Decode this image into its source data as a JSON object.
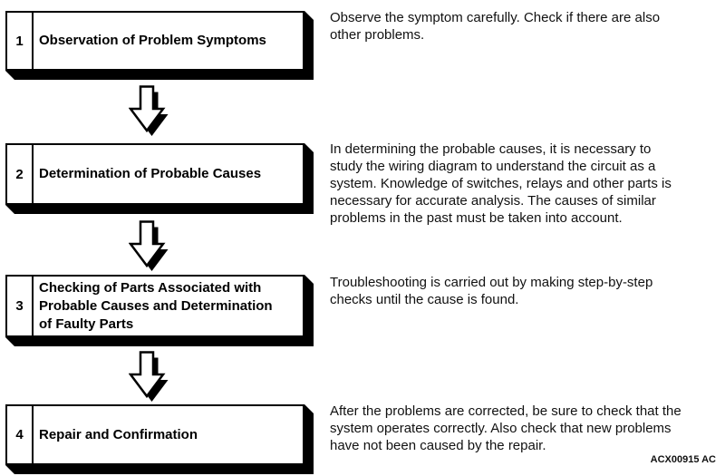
{
  "figure": {
    "code": "ACX00915 AC"
  },
  "steps": [
    {
      "number": "1",
      "label": "Observation of Problem Symptoms",
      "description": "Observe the symptom carefully. Check if there are also\nother problems."
    },
    {
      "number": "2",
      "label": "Determination of Probable Causes",
      "description": "In determining the probable causes, it is necessary to\nstudy the wiring diagram to understand the circuit as a\nsystem. Knowledge of switches, relays and other parts is\nnecessary for accurate analysis. The causes of similar\nproblems in the past must be taken into account."
    },
    {
      "number": "3",
      "label": "Checking of Parts Associated with\nProbable Causes and Determination\nof Faulty Parts",
      "description": "Troubleshooting is carried out by making step-by-step\nchecks until the cause is found."
    },
    {
      "number": "4",
      "label": "Repair and Confirmation",
      "description": "After the problems are corrected, be sure to check that the\nsystem operates correctly. Also check that new problems\nhave not been caused by the repair."
    }
  ]
}
